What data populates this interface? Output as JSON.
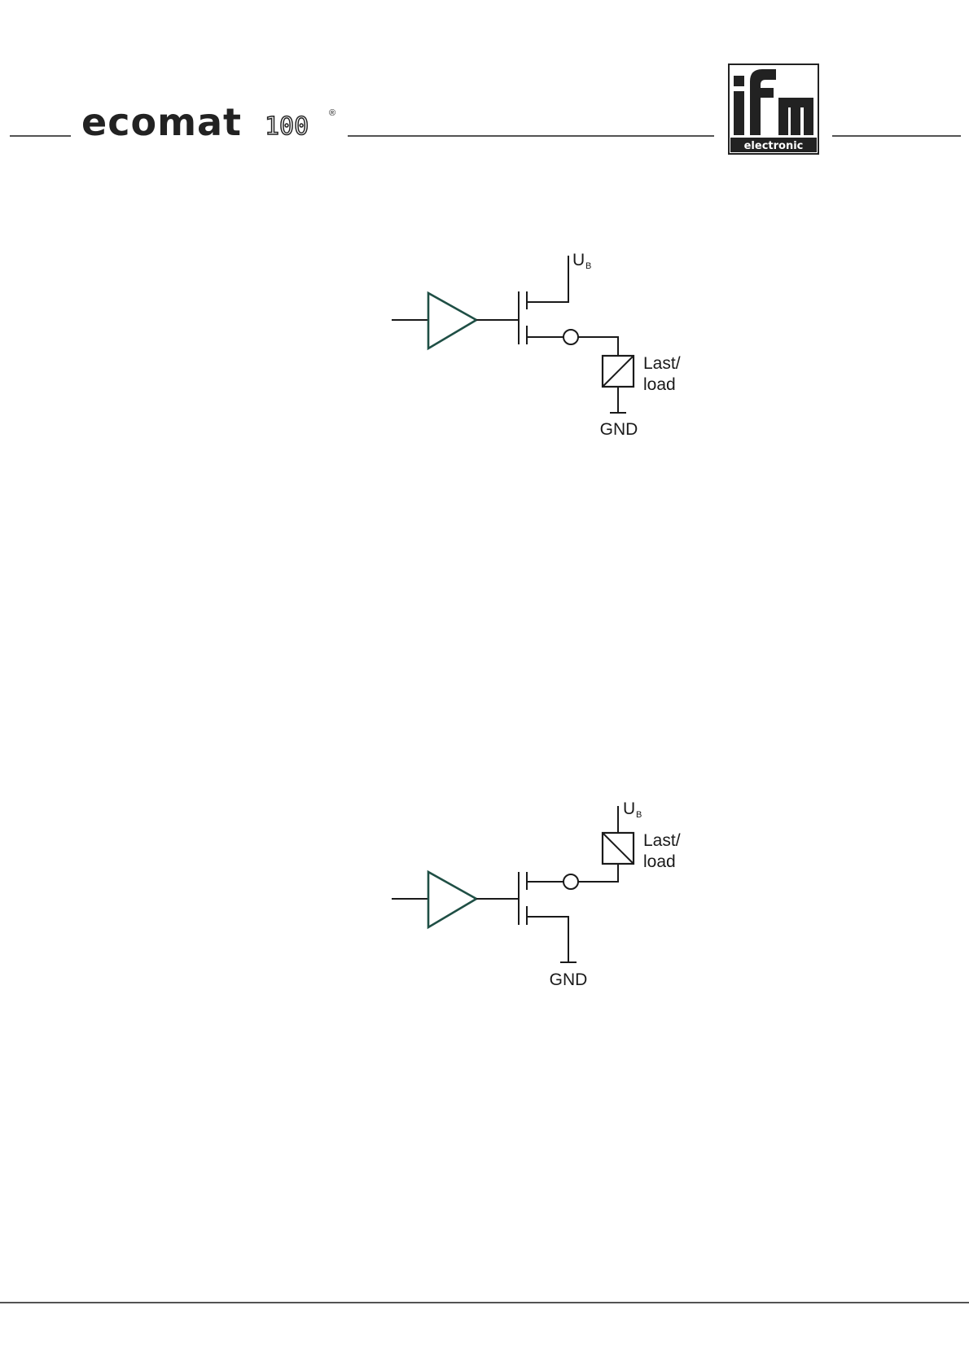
{
  "header": {
    "brand_name": "ecomat",
    "brand_number": "100",
    "registered_mark": "®",
    "logo_letters": "ifm",
    "logo_word": "electronic"
  },
  "diagram_high_side": {
    "supply_label": "U",
    "supply_subscript": "B",
    "load_label_line1": "Last/",
    "load_label_line2": "load",
    "ground_label": "GND"
  },
  "diagram_low_side": {
    "supply_label": "U",
    "supply_subscript": "B",
    "load_label_line1": "Last/",
    "load_label_line2": "load",
    "ground_label": "GND"
  },
  "colors": {
    "amplifier_stroke": "#1f4f45",
    "line": "#1a1a1a"
  }
}
